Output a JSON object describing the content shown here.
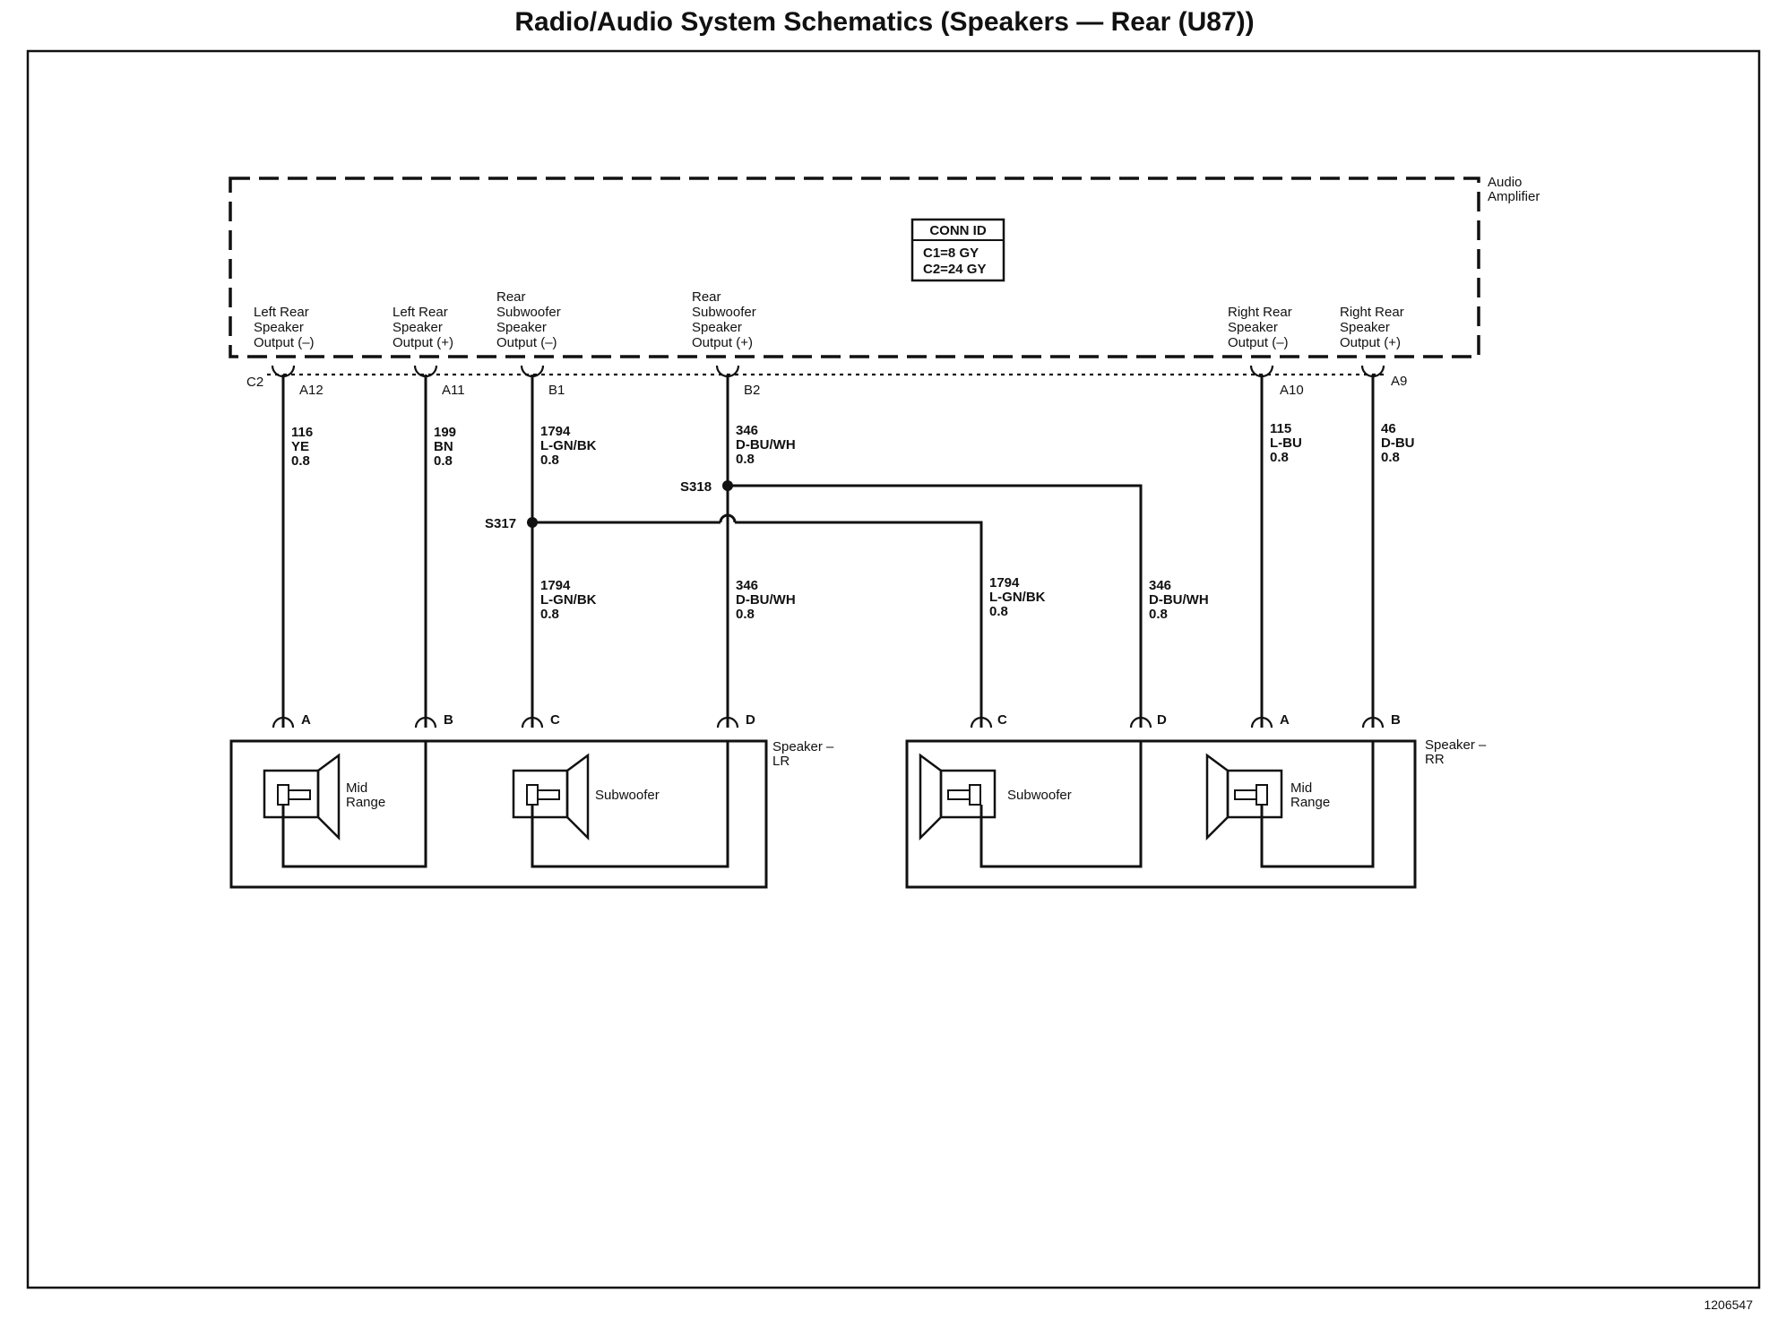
{
  "title": "Radio/Audio System Schematics (Speakers — Rear (U87))",
  "doc_id": "1206547",
  "amplifier": {
    "name_line1": "Audio",
    "name_line2": "Amplifier",
    "conn_id": {
      "header": "CONN ID",
      "c1": "C1=8 GY",
      "c2": "C2=24 GY"
    },
    "connector_label": "C2",
    "outputs": [
      {
        "l1": "Left Rear",
        "l2": "Speaker",
        "l3": "Output (–)",
        "pin": "A12"
      },
      {
        "l1": "Left Rear",
        "l2": "Speaker",
        "l3": "Output (+)",
        "pin": "A11"
      },
      {
        "l1": "Rear",
        "l2": "Subwoofer",
        "l3": "Speaker",
        "l4": "Output (–)",
        "pin": "B1"
      },
      {
        "l1": "Rear",
        "l2": "Subwoofer",
        "l3": "Speaker",
        "l4": "Output (+)",
        "pin": "B2"
      },
      {
        "l1": "Right Rear",
        "l2": "Speaker",
        "l3": "Output (–)",
        "pin": "A10"
      },
      {
        "l1": "Right Rear",
        "l2": "Speaker",
        "l3": "Output (+)",
        "pin": "A9"
      }
    ]
  },
  "wires": {
    "w116": {
      "circuit": "116",
      "color": "YE",
      "size": "0.8"
    },
    "w199": {
      "circuit": "199",
      "color": "BN",
      "size": "0.8"
    },
    "w1794a": {
      "circuit": "1794",
      "color": "L-GN/BK",
      "size": "0.8"
    },
    "w346a": {
      "circuit": "346",
      "color": "D-BU/WH",
      "size": "0.8"
    },
    "w1794b": {
      "circuit": "1794",
      "color": "L-GN/BK",
      "size": "0.8"
    },
    "w346b": {
      "circuit": "346",
      "color": "D-BU/WH",
      "size": "0.8"
    },
    "w1794c": {
      "circuit": "1794",
      "color": "L-GN/BK",
      "size": "0.8"
    },
    "w346c": {
      "circuit": "346",
      "color": "D-BU/WH",
      "size": "0.8"
    },
    "w115": {
      "circuit": "115",
      "color": "L-BU",
      "size": "0.8"
    },
    "w46": {
      "circuit": "46",
      "color": "D-BU",
      "size": "0.8"
    }
  },
  "splices": {
    "s317": "S317",
    "s318": "S318"
  },
  "speaker_lr": {
    "name_l1": "Speaker –",
    "name_l2": "LR",
    "pins": [
      "A",
      "B",
      "C",
      "D"
    ],
    "mid_l1": "Mid",
    "mid_l2": "Range",
    "sub": "Subwoofer"
  },
  "speaker_rr": {
    "name_l1": "Speaker –",
    "name_l2": "RR",
    "pins": [
      "C",
      "D",
      "A",
      "B"
    ],
    "mid_l1": "Mid",
    "mid_l2": "Range",
    "sub": "Subwoofer"
  }
}
